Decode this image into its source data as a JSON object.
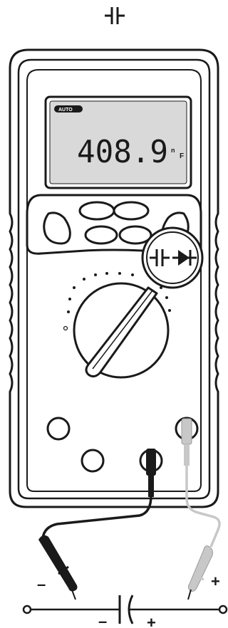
{
  "function_symbol": "capacitor",
  "display": {
    "mode_badge": "AUTO",
    "reading": "408.9",
    "unit_prefix": "n",
    "unit": "F"
  },
  "magnifier": {
    "symbols": [
      "capacitor",
      "diode"
    ]
  },
  "circuit": {
    "minus_left": "–",
    "plus_right": "+",
    "cap_minus": "–",
    "cap_plus": "+"
  },
  "colors": {
    "ink": "#1a1a1a",
    "lcd_background": "#d9d9d9",
    "positive_lead": "#c8c8c8",
    "negative_lead": "#1a1a1a"
  }
}
